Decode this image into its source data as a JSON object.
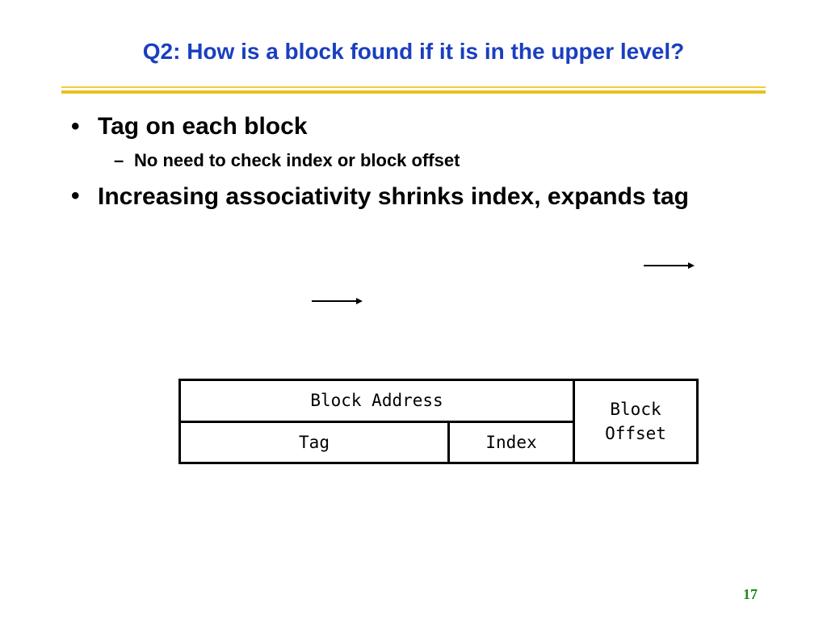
{
  "slide": {
    "title": "Q2: How is a block found if it is in the upper level?",
    "bullets": [
      {
        "marker": "•",
        "text": "Tag on each block",
        "sub": [
          {
            "marker": "–",
            "text": "No need to check index or block offset"
          }
        ]
      },
      {
        "marker": "•",
        "text": "Increasing associativity shrinks index, expands tag"
      }
    ],
    "address_diagram": {
      "block_address": "Block Address",
      "block_offset_line1": "Block",
      "block_offset_line2": "Offset",
      "tag": "Tag",
      "index": "Index"
    },
    "slide_number": "17"
  },
  "colors": {
    "title": "#1a3fbf",
    "rule": "#e8c21e",
    "slide_number": "#1b8a1b"
  },
  "icons": [
    "arrow-right-icon",
    "arrow-right-icon"
  ]
}
